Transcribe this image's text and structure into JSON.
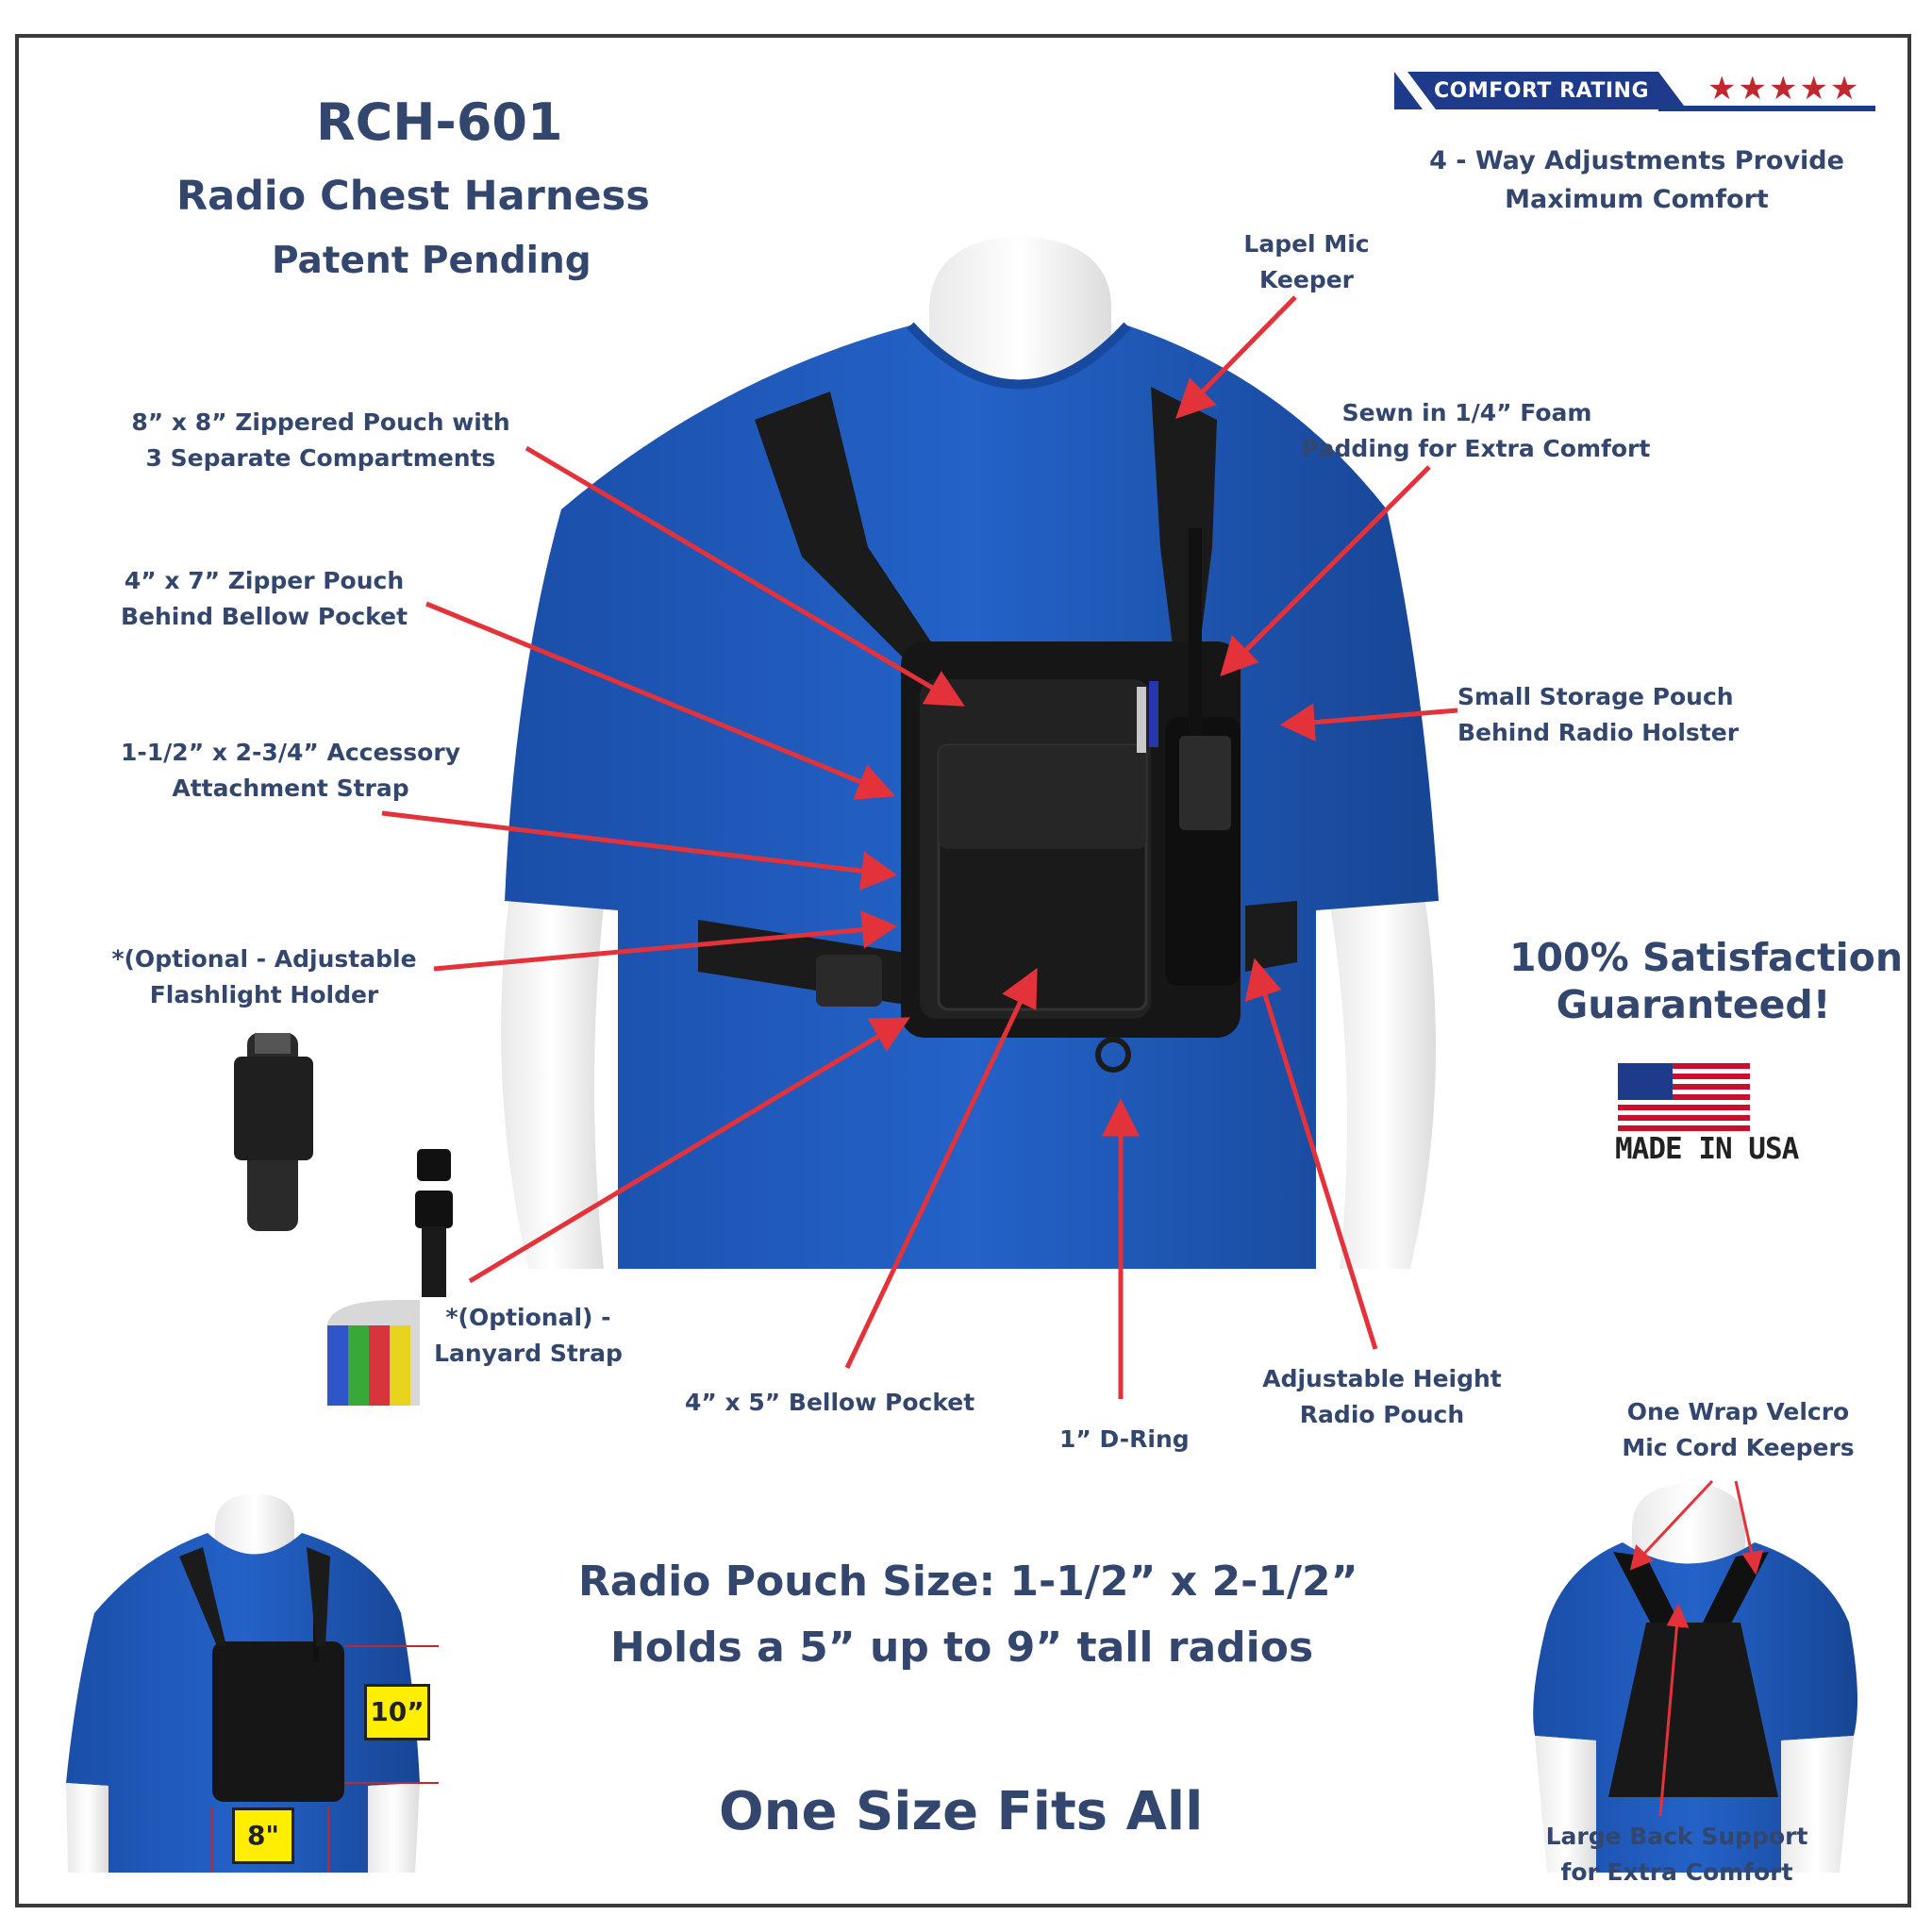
{
  "header": {
    "model": "RCH-601",
    "product": "Radio Chest Harness",
    "patent": "Patent Pending"
  },
  "rating": {
    "label": "COMFORT RATING",
    "stars": "★★★★★",
    "note_line1": "4 - Way Adjustments Provide",
    "note_line2": "Maximum Comfort"
  },
  "callouts": {
    "lapel": [
      "Lapel Mic",
      "Keeper"
    ],
    "foam": [
      "Sewn in 1/4” Foam",
      "Padding for Extra Comfort"
    ],
    "zip_pouch": [
      "8” x 8” Zippered Pouch with",
      "3 Separate  Compartments"
    ],
    "zipper_small": [
      "4” x 7” Zipper Pouch",
      "Behind Bellow Pocket"
    ],
    "storage": [
      "Small Storage Pouch",
      "Behind Radio Holster"
    ],
    "strap": [
      "1-1/2” x 2-3/4” Accessory",
      "Attachment  Strap"
    ],
    "flashlight": [
      "*(Optional - Adjustable",
      "Flashlight  Holder"
    ],
    "lanyard": [
      "*(Optional) -",
      "Lanyard Strap"
    ],
    "bellow": "4” x 5” Bellow Pocket",
    "dring": "1” D-Ring",
    "height": [
      "Adjustable Height",
      "Radio  Pouch"
    ],
    "velcro": [
      "One Wrap Velcro",
      "Mic Cord Keepers"
    ],
    "back": [
      "Large Back Support",
      "for Extra Comfort"
    ]
  },
  "guarantee": [
    "100% Satisfaction",
    "Guaranteed!"
  ],
  "made_in": "MADE IN USA",
  "pouch_size": "Radio Pouch Size: 1-1/2” x 2-1/2”",
  "holds": "Holds a 5” up to 9” tall radios",
  "fits": "One Size Fits All",
  "dimensions": {
    "height": "10”",
    "width": "8\""
  },
  "colors": {
    "text": "#33466e",
    "arrow": "#e3323a",
    "shirt": "#1d56b8",
    "harness": "#1b1b1b",
    "badge": "#1e3a8a"
  }
}
